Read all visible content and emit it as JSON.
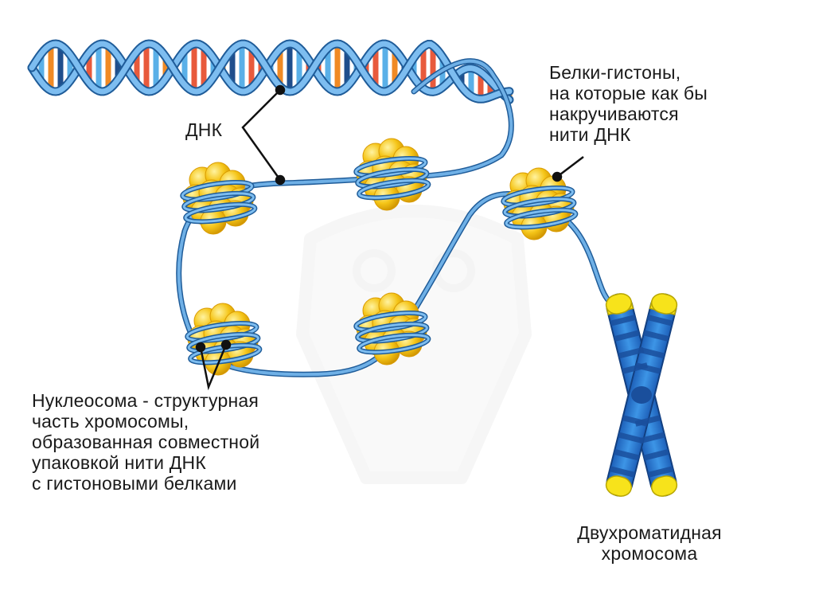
{
  "labels": {
    "dna": "ДНК",
    "histones": [
      "Белки-гистоны,",
      "на которые как бы",
      "накручиваются",
      "нити ДНК"
    ],
    "nucleosome": [
      "Нуклеосома - структурная",
      "часть хромосомы,",
      "образованная совместной",
      "упаковкой нити ДНК",
      "с гистоновыми белками"
    ],
    "chromosome": [
      "Двухроматидная",
      "хромосома"
    ]
  },
  "colors": {
    "dna_strand": "#4a8fcf",
    "dna_outline": "#1f5c99",
    "base_red": "#e85a3c",
    "base_orange": "#f08a24",
    "base_blue": "#5ab0e8",
    "base_navy": "#1f4e8c",
    "histone": "#f5c518",
    "histone_dark": "#d99a00",
    "chromatid": "#2b7fd4",
    "chromatid_dark": "#1a4f9c",
    "telomere": "#f7e31b",
    "watermark": "#f2f2f2"
  }
}
